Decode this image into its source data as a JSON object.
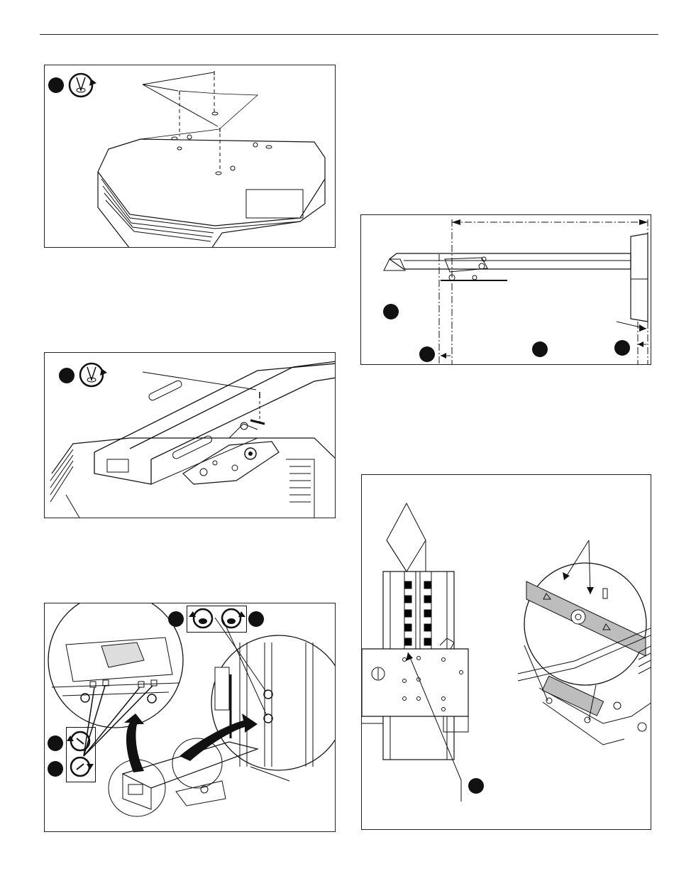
{
  "page": {
    "header_rule": true
  },
  "figures": [
    {
      "id": "fig1",
      "caption": ""
    },
    {
      "id": "fig2",
      "caption": ""
    },
    {
      "id": "fig3",
      "caption": ""
    },
    {
      "id": "fig4",
      "caption": ""
    },
    {
      "id": "fig5",
      "caption": ""
    }
  ],
  "icons": {
    "screw_clockwise": "screw-clockwise-icon",
    "screw_counterclockwise": "screw-counterclockwise-icon",
    "loosen": "loosen-icon",
    "tighten": "tighten-icon"
  },
  "colors": {
    "line": "#111111",
    "shade": "#bdbdbd",
    "callout": "#111111"
  }
}
